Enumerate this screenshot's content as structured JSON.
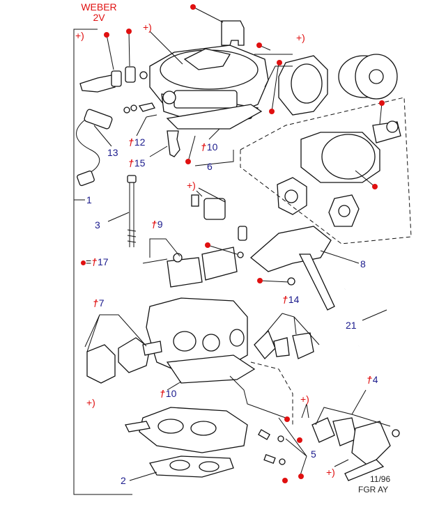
{
  "header": {
    "brand": "WEBER",
    "model": "2V"
  },
  "legend": {
    "marker": "red-dot-icon",
    "equals": "=",
    "ref_prefix": "dagger-icon",
    "ref_number": "17"
  },
  "callouts": {
    "c1": "1",
    "c2": "2",
    "c3": "3",
    "c4": "4",
    "c5": "5",
    "c6": "6",
    "c7": "7",
    "c8": "8",
    "c9": "9",
    "c10a": "10",
    "c10b": "10",
    "c12": "12",
    "c13": "13",
    "c14": "14",
    "c15": "15",
    "c21": "21"
  },
  "dagger_symbol": "†",
  "plus_marker": "+)",
  "footer": {
    "date": "11/96",
    "code": "FGR  AY"
  },
  "colors": {
    "accent_red": "#e01010",
    "label_blue": "#1a1a8c",
    "line": "#111111"
  }
}
